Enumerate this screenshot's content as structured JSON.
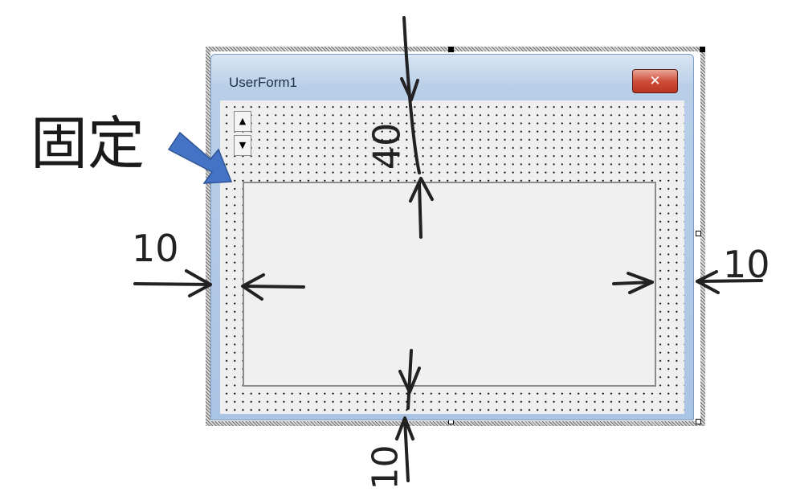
{
  "userform": {
    "title": "UserForm1",
    "close_glyph": "✕"
  },
  "spin_button": {
    "up_glyph": "▲",
    "down_glyph": "▼"
  },
  "annotations": {
    "fixed_label": "固定",
    "top_margin": "40",
    "left_margin": "10",
    "right_margin": "10",
    "bottom_margin": "10"
  },
  "colors": {
    "arrow_blue": "#4472c4",
    "close_red": "#c9432f",
    "ink": "#222222"
  }
}
